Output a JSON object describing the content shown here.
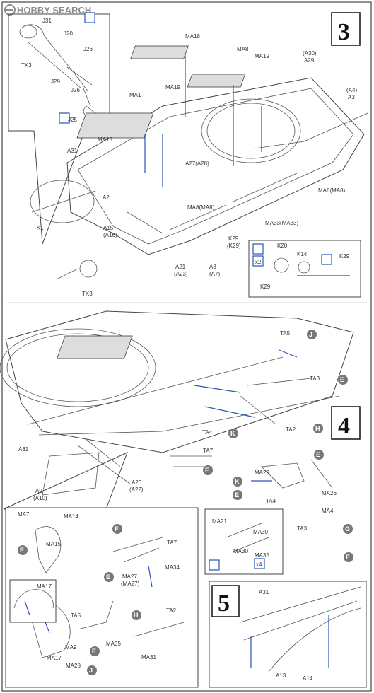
{
  "watermark": "HOBBY SEARCH",
  "steps": [
    "3",
    "4",
    "5"
  ],
  "labels": {
    "J31": "J31",
    "J20": "J20",
    "J26a": "J26",
    "J26b": "J26",
    "J29": "J29",
    "TK3a": "TK3",
    "J25": "J25",
    "MA18": "MA18",
    "MA8": "MA8",
    "MA19a": "MA19",
    "MA19b": "MA19",
    "A30": "(A30)",
    "A29": "A29",
    "MA1": "MA1",
    "MA13": "MA13",
    "A4": "(A4)",
    "A3": "A3",
    "A31a": "A31",
    "A27": "A27(A28)",
    "MA8b": "MA8(MA8)",
    "A2": "A2",
    "TK1": "TK1",
    "A15": "A15",
    "A16": "(A16)",
    "MA8c": "MA8(MA8)",
    "MA33": "MA33(MA33)",
    "K29": "K29",
    "K29b": "(K29)",
    "A8": "A8",
    "A7": "(A7)",
    "A21": "A21",
    "A23": "(A23)",
    "TK3b": "TK3",
    "K20": "K20",
    "K14": "K14",
    "K29c": "K29",
    "K29d": "K29",
    "x2": "x2",
    "TA5": "TA5",
    "TA3": "TA3",
    "TA2": "TA2",
    "TA4": "TA4",
    "TA7": "TA7",
    "A31b": "A31",
    "A9": "A9",
    "A10": "(A10)",
    "A20": "A20",
    "A22": "(A22)",
    "MA29": "MA29",
    "MA26": "MA26",
    "TA4b": "TA4",
    "MA4": "MA4",
    "MA7": "MA7",
    "MA14": "MA14",
    "MA15": "MA15",
    "TA7b": "TA7",
    "MA27": "MA27",
    "MA27b": "(MA27)",
    "MA34": "MA34",
    "MA21": "MA21",
    "MA30a": "MA30",
    "MA30b": "MA30",
    "MA35a": "MA35",
    "TA3b": "TA3",
    "x4": "x4",
    "MA17a": "MA17",
    "TA5b": "TA5",
    "MA9": "MA9",
    "MA17b": "MA17",
    "MA28": "MA28",
    "MA35b": "MA35",
    "TA2b": "TA2",
    "MA31": "MA31",
    "A31c": "A31",
    "A13": "A13",
    "A14": "A14"
  },
  "letter_badges": {
    "J1": "J",
    "E1": "E",
    "K1": "K",
    "H1": "H",
    "F1": "F",
    "E2": "E",
    "K2": "K",
    "E3": "E",
    "G1": "G",
    "E4": "E",
    "F2": "F",
    "E5": "E",
    "H2": "H",
    "E6": "E",
    "E7": "E",
    "J2": "J"
  }
}
